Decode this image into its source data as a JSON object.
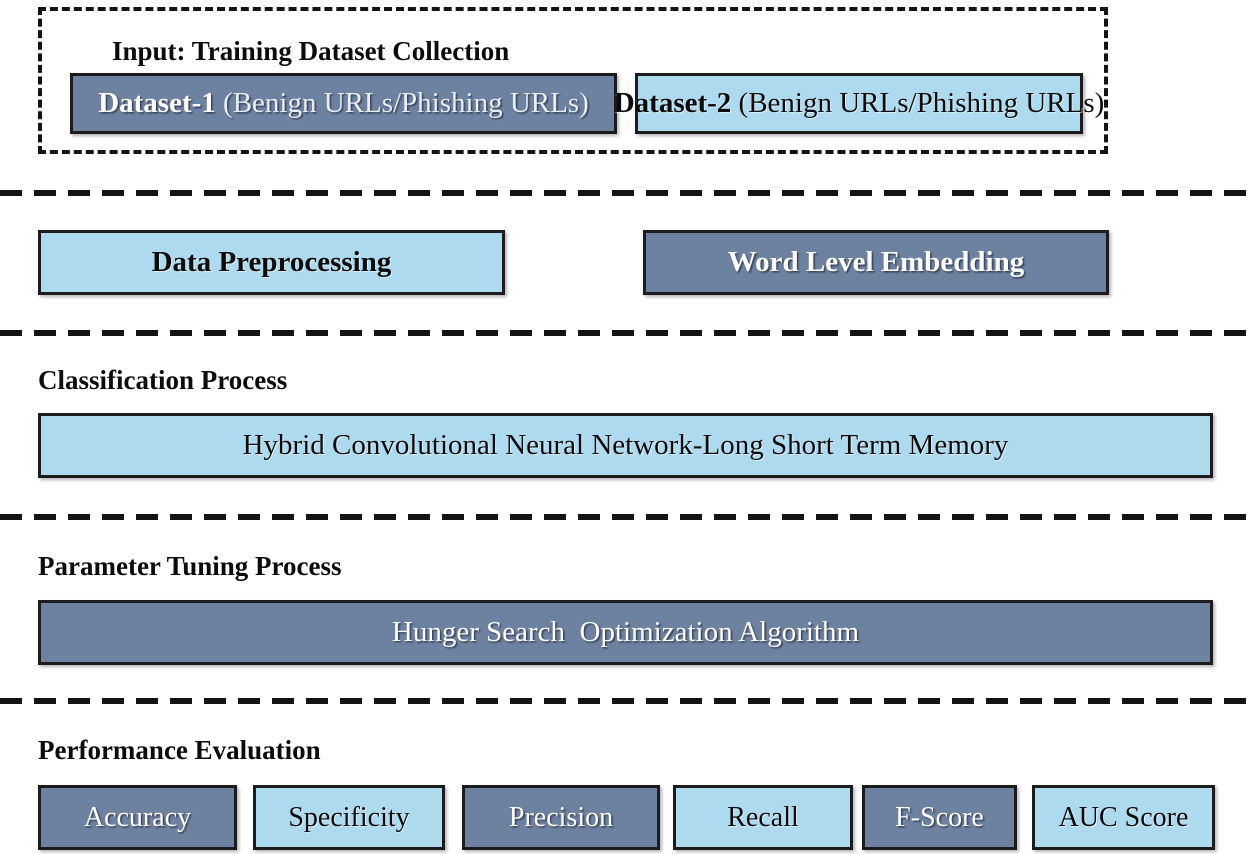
{
  "figure": {
    "title": "Phishing URL detection pipeline diagram"
  },
  "colors": {
    "dark_box": "#6d81a1",
    "light_box": "#aedaf0",
    "box_border": "#1c1c1c",
    "dash_line": "#141414",
    "heading_text": "#0c0c0c",
    "dark_box_text": "#ffffff",
    "light_box_text": "#0c0c0c"
  },
  "input_section": {
    "heading": "Input: Training Dataset Collection",
    "datasets": [
      {
        "name": "Dataset-1",
        "detail": " (Benign URLs/Phishing URLs)"
      },
      {
        "name": "Dataset-2",
        "detail": " (Benign URLs/Phishing URLs)"
      }
    ]
  },
  "processing_section": {
    "preprocessing_label": "Data Preprocessing",
    "embedding_label": "Word Level Embedding"
  },
  "classification_section": {
    "heading": "Classification Process",
    "model_label": "Hybrid Convolutional Neural Network-Long Short Term Memory"
  },
  "tuning_section": {
    "heading": "Parameter Tuning Process",
    "algorithm_label": "Hunger Search  Optimization Algorithm"
  },
  "evaluation_section": {
    "heading": "Performance Evaluation",
    "metrics": [
      {
        "label": "Accuracy"
      },
      {
        "label": "Specificity"
      },
      {
        "label": "Precision"
      },
      {
        "label": "Recall"
      },
      {
        "label": "F-Score"
      },
      {
        "label": "AUC Score"
      }
    ]
  }
}
